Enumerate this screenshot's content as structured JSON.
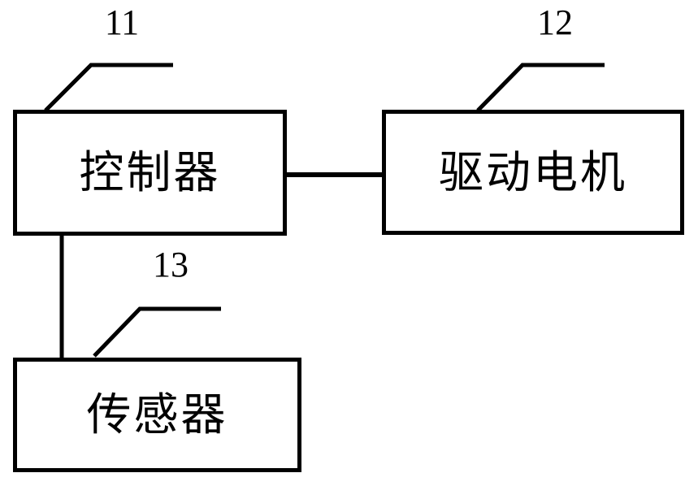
{
  "canvas": {
    "background": "#ffffff",
    "line_color": "#000000"
  },
  "diagram": {
    "blocks": [
      {
        "ref": "11",
        "label": "控制器"
      },
      {
        "ref": "12",
        "label": "驱动电机"
      },
      {
        "ref": "13",
        "label": "传感器"
      }
    ],
    "connections": [
      {
        "from": "控制器",
        "to": "驱动电机",
        "style": "horizontal-line"
      },
      {
        "from": "控制器",
        "to": "传感器",
        "style": "vertical-line"
      }
    ]
  }
}
